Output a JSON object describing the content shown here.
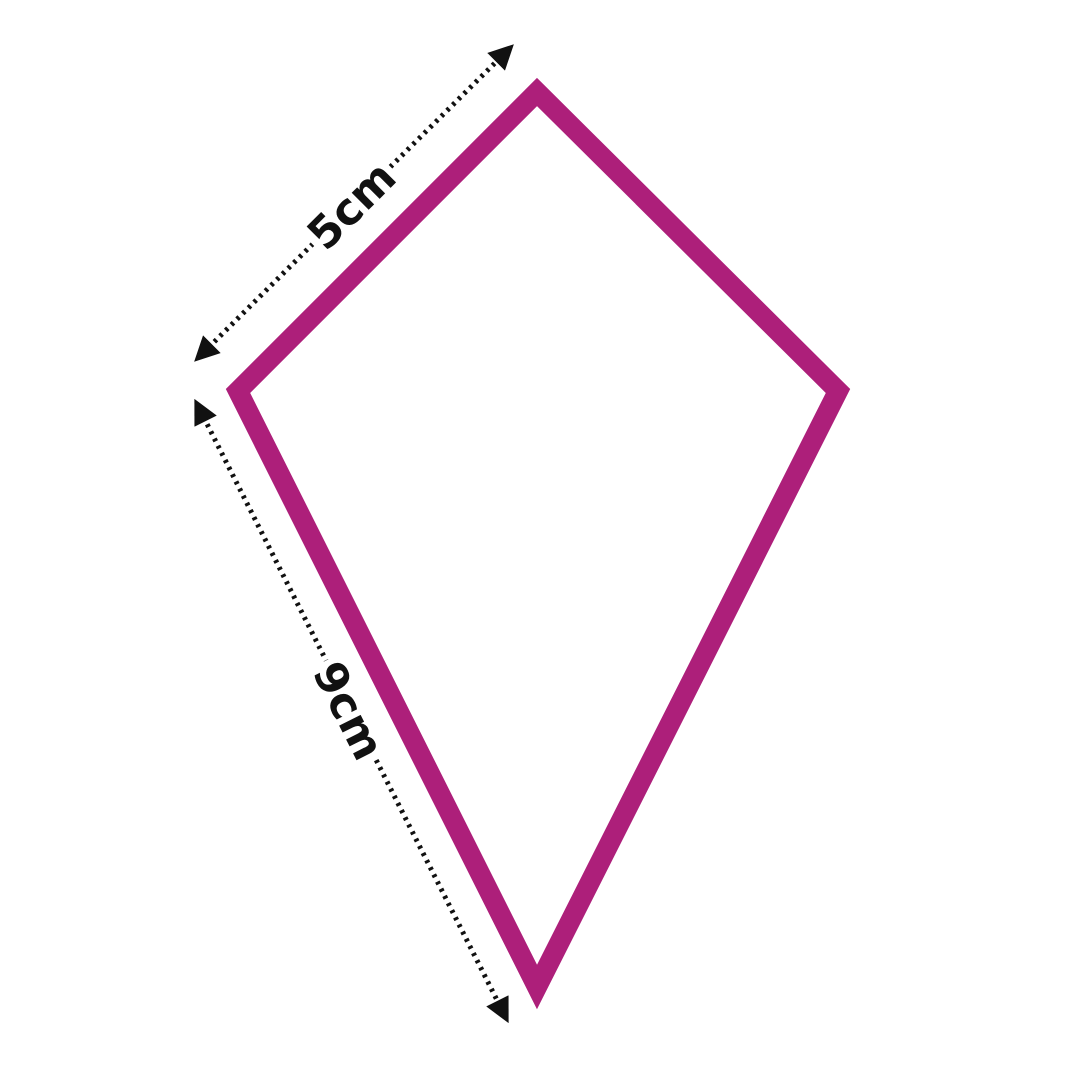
{
  "diagram": {
    "shape": "kite",
    "colors": {
      "outline": "#ad1f7a",
      "dimension_line": "#111111",
      "background": "#ffffff"
    },
    "dimensions": {
      "short_side": {
        "label": "5cm"
      },
      "long_side": {
        "label": "9cm"
      }
    }
  }
}
